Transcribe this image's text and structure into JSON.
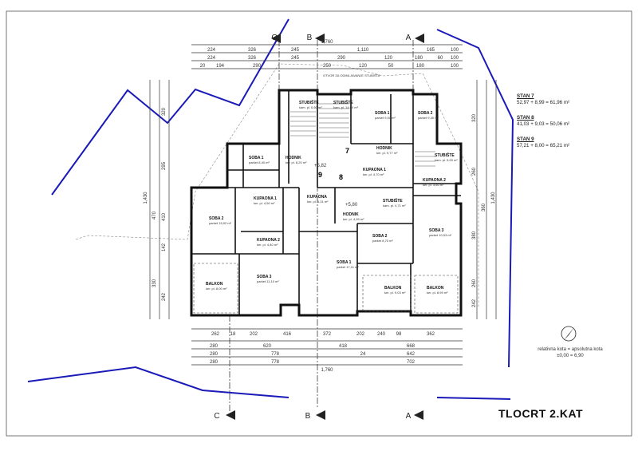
{
  "title": "TLOCRT 2.KAT",
  "stan_info": [
    {
      "name": "STAN 7",
      "area": "52,97 + 8,99 = 61,96 m²"
    },
    {
      "name": "STAN 8",
      "area": "41,03 + 9,03 = 50,06 m²"
    },
    {
      "name": "STAN 9",
      "area": "57,21 + 8,00 = 65,21 m²"
    }
  ],
  "kota": {
    "line1": "relativna kota = apsolutna kota",
    "line2": "±0,00 = 6,90"
  },
  "axes": {
    "c": "C",
    "b": "B",
    "a": "A"
  },
  "unit_numbers": {
    "u7": "7",
    "u8": "8",
    "u9": "9"
  },
  "levels": {
    "l1": "+5,82",
    "l2": "+5,80"
  },
  "opening_note": "OTVOR ZA ODIMLJAVANJE STUBIŠTA",
  "rooms": [
    {
      "name": "STUBIŠTE",
      "sub": "kam. pl. 6,60 m²"
    },
    {
      "name": "STUBIŠTE",
      "sub": "kam. pl. 14,00 m²"
    },
    {
      "name": "SOBA 1",
      "sub": "parket 9,00 m²"
    },
    {
      "name": "SOBA 2",
      "sub": "parket 9,40 m²"
    },
    {
      "name": "HODNIK",
      "sub": "ker. pl. 8,20 m²"
    },
    {
      "name": "SOBA 1",
      "sub": "parket 8,40 m²"
    },
    {
      "name": "HODNIK",
      "sub": "ker. pl. 9,77 m²"
    },
    {
      "name": "STUBIŠTE",
      "sub": "kam. pl. 5,00 m²"
    },
    {
      "name": "KUPAONA 1",
      "sub": "ker. pl. 4,70 m²"
    },
    {
      "name": "KUPAONA 2",
      "sub": "ker. pl. 3,60 m²"
    },
    {
      "name": "KUPAONA 1",
      "sub": "ker. pl. 4,50 m²"
    },
    {
      "name": "KUPAONA",
      "sub": "ker. pl. 5,31 m²"
    },
    {
      "name": "HODNIK",
      "sub": "ker. pl. 4,99 m²"
    },
    {
      "name": "STUBIŠTE",
      "sub": "kam. pl. 4,71 m²"
    },
    {
      "name": "SOBA 2",
      "sub": "parket 15,92 m²"
    },
    {
      "name": "KUPAONA 2",
      "sub": "ker. pl. 4,40 m²"
    },
    {
      "name": "SOBA 2",
      "sub": "parket 8,70 m²"
    },
    {
      "name": "SOBA 3",
      "sub": "parket 10,93 m²"
    },
    {
      "name": "SOBA 1",
      "sub": "parket 17,11 m²"
    },
    {
      "name": "SOBA 3",
      "sub": "parket 11,10 m²"
    },
    {
      "name": "BALKON",
      "sub": "ker. pl. 8,00 m²"
    },
    {
      "name": "BALKON",
      "sub": "ker. pl. 9,03 m²"
    },
    {
      "name": "BALKON",
      "sub": "ker. pl. 8,99 m²"
    }
  ],
  "dims_top_total": "1,760",
  "dims_top_row2": [
    "224",
    "326",
    "245",
    "1,110",
    "165",
    "100"
  ],
  "dims_top_row3": [
    "224",
    "326",
    "245",
    "290",
    "120",
    "180",
    "60",
    "100"
  ],
  "dims_top_row4": [
    "20",
    "194",
    "290",
    "250",
    "120",
    "50",
    "180",
    "100"
  ],
  "dims_bottom_row1": [
    "262",
    "18",
    "202",
    "416",
    "372",
    "202",
    "240",
    "98",
    "362"
  ],
  "dims_bottom_row2": [
    "280",
    "620",
    "418",
    "668"
  ],
  "dims_bottom_row3": [
    "280",
    "778",
    "24",
    "642"
  ],
  "dims_bottom_row4": [
    "280",
    "778",
    "702"
  ],
  "dims_bottom_total": "1,760",
  "dims_left": [
    "320",
    "295",
    "470",
    "410",
    "142",
    "330",
    "242"
  ],
  "dims_left_total": "1,430",
  "dims_right": [
    "320",
    "260",
    "380",
    "360",
    "260",
    "242"
  ],
  "dims_right_total": "1,430"
}
